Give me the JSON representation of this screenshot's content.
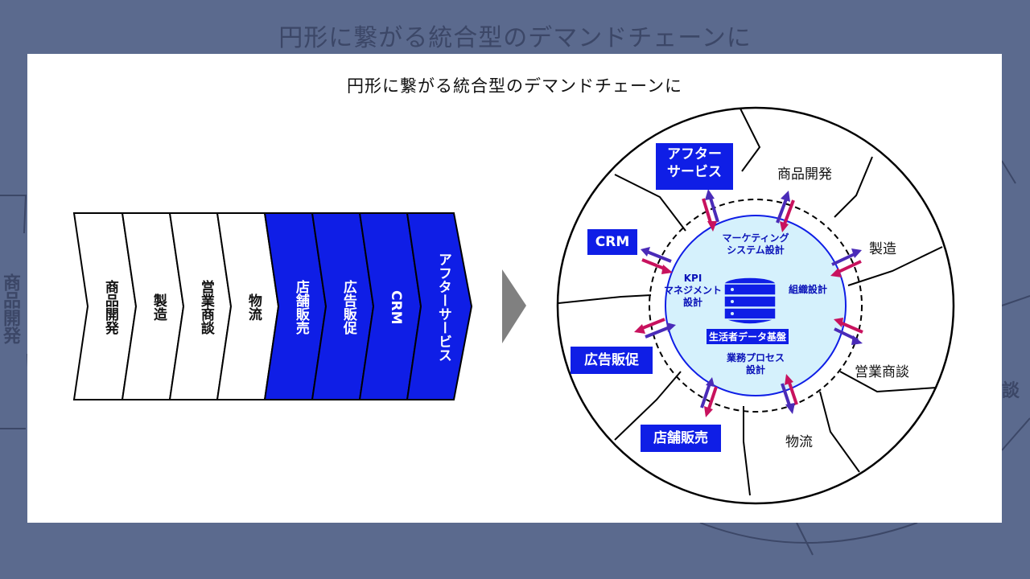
{
  "title": "円形に繋がる統合型のデマンドチェーンに",
  "background": {
    "title": "円形に繋がる統合型のデマンドチェーンに",
    "left_text": "商品開発",
    "right_text": "談"
  },
  "linear_chain": {
    "stages": [
      "商品開発",
      "製造",
      "営業商談",
      "物流",
      "店舗販売",
      "広告販促",
      "CRM",
      "アフターサービス"
    ]
  },
  "circle": {
    "outer_segments": {
      "product_dev": "商品開発",
      "manufacturing": "製造",
      "sales": "営業商談",
      "logistics": "物流"
    },
    "blue_boxes": {
      "after_service_line1": "アフター",
      "after_service_line2": "サービス",
      "crm": "CRM",
      "ad_promo": "広告販促",
      "store_sales": "店舗販売"
    },
    "inner": {
      "marketing_line1": "マーケティング",
      "marketing_line2": "システム設計",
      "kpi_line1": "KPI",
      "kpi_line2": "マネジメント",
      "kpi_line3": "設計",
      "org_design": "組織設計",
      "base": "生活者データ基盤",
      "process_line1": "業務プロセス",
      "process_line2": "設計"
    }
  },
  "colors": {
    "blue": "#0f1ee6",
    "arrow_pink": "#c8125e",
    "arrow_purple": "#4a2bb8",
    "inner_fill": "#d5f1fc",
    "gray_arrow": "#808080"
  }
}
